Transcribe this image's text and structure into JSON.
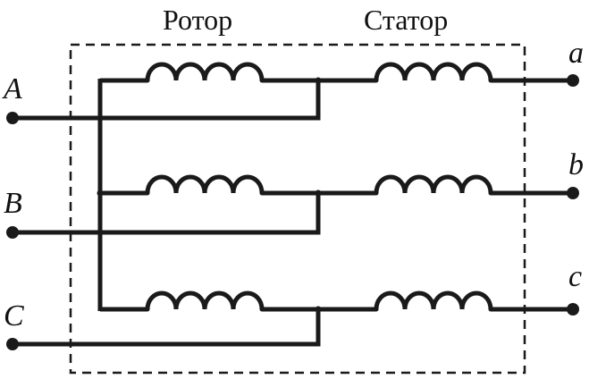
{
  "headings": {
    "rotor": "Ротор",
    "stator": "Статор"
  },
  "inputs": {
    "a": "A",
    "b": "B",
    "c": "C"
  },
  "outputs": {
    "a": "a",
    "b": "b",
    "c": "c"
  },
  "style": {
    "line_color": "#1a1a1a",
    "background": "#ffffff"
  }
}
